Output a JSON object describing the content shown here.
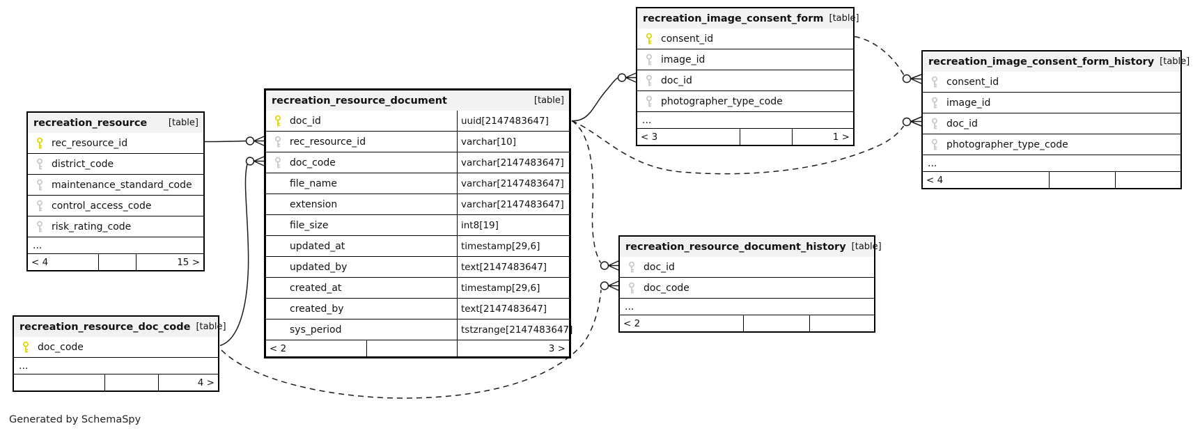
{
  "note": "Generated by SchemaSpy",
  "colors": {
    "header_bg": "#f2f2f2",
    "border": "#000000",
    "pk_key": "#e0d500",
    "fk_key": "#c9c9c9"
  },
  "tables": [
    {
      "name": "recreation_resource",
      "tag": "[table]",
      "columns": [
        {
          "name": "rec_resource_id",
          "key": "pk"
        },
        {
          "name": "district_code",
          "key": "fk"
        },
        {
          "name": "maintenance_standard_code",
          "key": "fk"
        },
        {
          "name": "control_access_code",
          "key": "fk"
        },
        {
          "name": "risk_rating_code",
          "key": "fk"
        },
        {
          "name": "..."
        }
      ],
      "footer": {
        "left": "< 4",
        "mid": "",
        "right": "15 >"
      }
    },
    {
      "name": "recreation_resource_document",
      "tag": "[table]",
      "columns": [
        {
          "name": "doc_id",
          "key": "pk",
          "type": "uuid[2147483647]"
        },
        {
          "name": "rec_resource_id",
          "key": "fk",
          "type": "varchar[10]"
        },
        {
          "name": "doc_code",
          "key": "fk",
          "type": "varchar[2147483647]"
        },
        {
          "name": "file_name",
          "type": "varchar[2147483647]"
        },
        {
          "name": "extension",
          "type": "varchar[2147483647]"
        },
        {
          "name": "file_size",
          "type": "int8[19]"
        },
        {
          "name": "updated_at",
          "type": "timestamp[29,6]"
        },
        {
          "name": "updated_by",
          "type": "text[2147483647]"
        },
        {
          "name": "created_at",
          "type": "timestamp[29,6]"
        },
        {
          "name": "created_by",
          "type": "text[2147483647]"
        },
        {
          "name": "sys_period",
          "type": "tstzrange[2147483647]"
        }
      ],
      "footer": {
        "left": "< 2",
        "mid": "",
        "right": "3 >"
      }
    },
    {
      "name": "recreation_image_consent_form",
      "tag": "[table]",
      "columns": [
        {
          "name": "consent_id",
          "key": "pk"
        },
        {
          "name": "image_id",
          "key": "fk"
        },
        {
          "name": "doc_id",
          "key": "fk"
        },
        {
          "name": "photographer_type_code",
          "key": "fk"
        },
        {
          "name": "..."
        }
      ],
      "footer": {
        "left": "< 3",
        "mid": "",
        "right": "1 >"
      }
    },
    {
      "name": "recreation_image_consent_form_history",
      "tag": "[table]",
      "columns": [
        {
          "name": "consent_id",
          "key": "fk"
        },
        {
          "name": "image_id",
          "key": "fk"
        },
        {
          "name": "doc_id",
          "key": "fk"
        },
        {
          "name": "photographer_type_code",
          "key": "fk"
        },
        {
          "name": "..."
        }
      ],
      "footer": {
        "left": "< 4",
        "mid": "",
        "right": ""
      }
    },
    {
      "name": "recreation_resource_document_history",
      "tag": "[table]",
      "columns": [
        {
          "name": "doc_id",
          "key": "fk"
        },
        {
          "name": "doc_code",
          "key": "fk"
        },
        {
          "name": "..."
        }
      ],
      "footer": {
        "left": "< 2",
        "mid": "",
        "right": ""
      }
    },
    {
      "name": "recreation_resource_doc_code",
      "tag": "[table]",
      "columns": [
        {
          "name": "doc_code",
          "key": "pk"
        },
        {
          "name": "..."
        }
      ],
      "footer": {
        "left": "",
        "mid": "",
        "right": "4 >"
      }
    }
  ],
  "relationships": [
    {
      "from": "recreation_resource.rec_resource_id",
      "to": "recreation_resource_document.rec_resource_id",
      "style": "solid"
    },
    {
      "from": "recreation_resource_doc_code.doc_code",
      "to": "recreation_resource_document.doc_code",
      "style": "solid"
    },
    {
      "from": "recreation_resource_document.doc_id",
      "to": "recreation_image_consent_form.doc_id",
      "style": "solid"
    },
    {
      "from": "recreation_image_consent_form.consent_id",
      "to": "recreation_image_consent_form_history.consent_id",
      "style": "dashed"
    },
    {
      "from": "recreation_resource_document.doc_id",
      "to": "recreation_image_consent_form_history.doc_id",
      "style": "dashed"
    },
    {
      "from": "recreation_resource_document.doc_id",
      "to": "recreation_resource_document_history.doc_id",
      "style": "dashed"
    },
    {
      "from": "recreation_resource_doc_code.doc_code",
      "to": "recreation_resource_document_history.doc_code",
      "style": "dashed"
    }
  ]
}
